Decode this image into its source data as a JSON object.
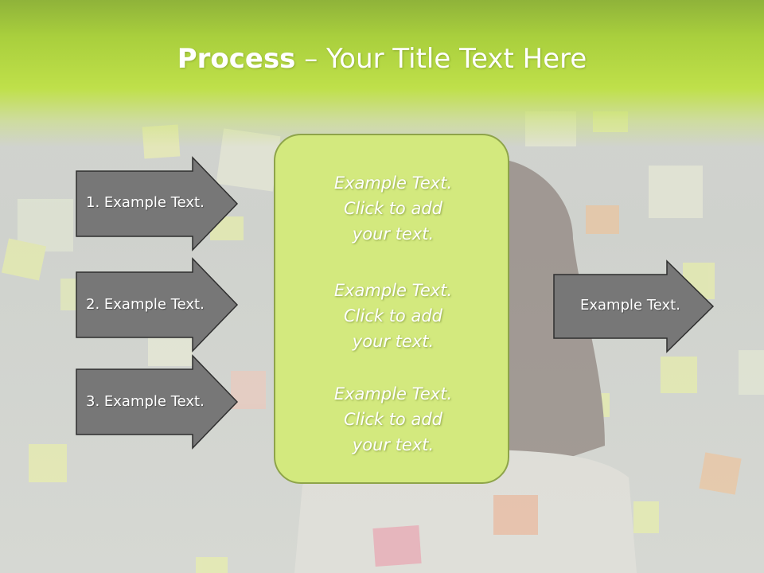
{
  "title": {
    "bold": "Process",
    "rest": " – Your Title Text Here"
  },
  "left_steps": [
    {
      "label": "1. Example Text."
    },
    {
      "label": "2. Example Text."
    },
    {
      "label": "3. Example Text."
    }
  ],
  "center_blocks": [
    {
      "line1": "Example Text.",
      "line2": "Click  to add",
      "line3": "your text."
    },
    {
      "line1": "Example Text.",
      "line2": "Click  to add",
      "line3": "your text."
    },
    {
      "line1": "Example Text.",
      "line2": "Click  to add",
      "line3": "your text."
    }
  ],
  "output": {
    "label": "Example Text."
  },
  "colors": {
    "title_band": "#a9cf3d",
    "arrow_fill": "#777777",
    "center_fill": "#d3e97e",
    "center_border": "#8ea44a"
  }
}
